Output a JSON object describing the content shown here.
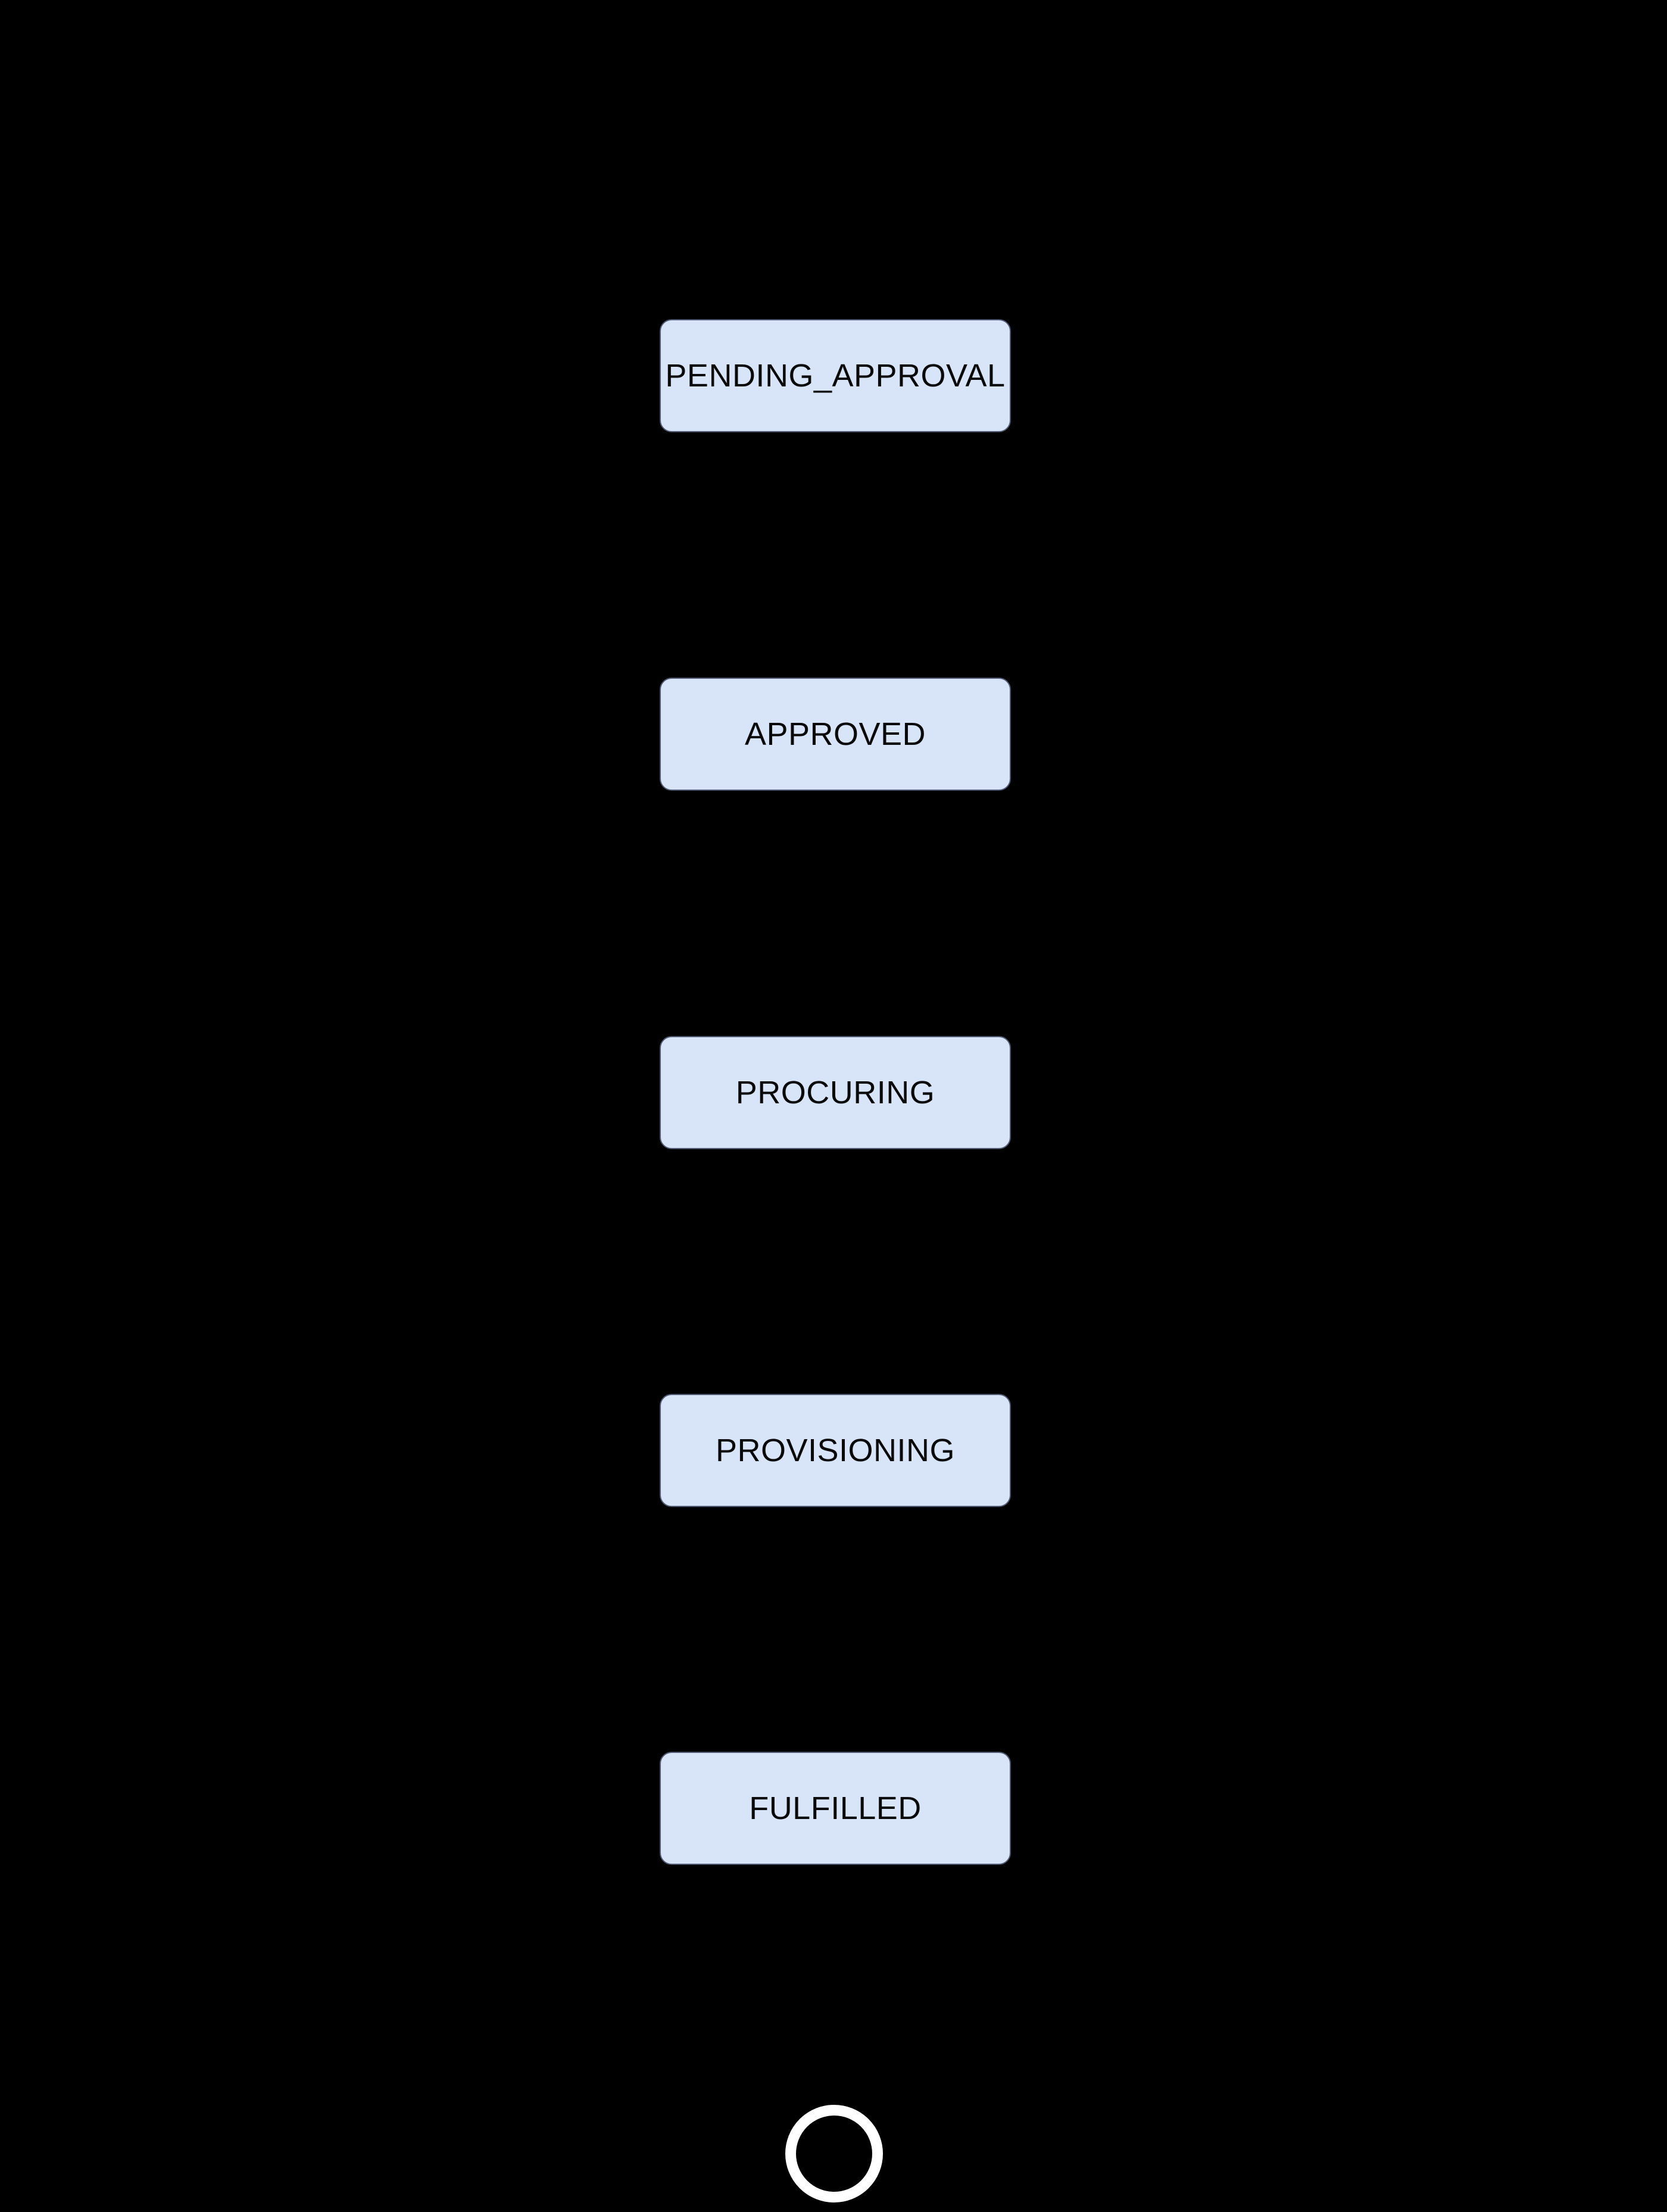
{
  "diagram": {
    "type": "state-flow-vertical",
    "background_color": "#000000",
    "node_fill_color": "#d8e4f8",
    "node_border_color": "#4f5a72",
    "node_text_color": "#0a0a0a",
    "end_ring_color": "#ffffff",
    "states": [
      {
        "label": "PENDING_APPROVAL"
      },
      {
        "label": "APPROVED"
      },
      {
        "label": "PROCURING"
      },
      {
        "label": "PROVISIONING"
      },
      {
        "label": "FULFILLED"
      }
    ],
    "end_state": {
      "shape": "circle-outline"
    }
  }
}
